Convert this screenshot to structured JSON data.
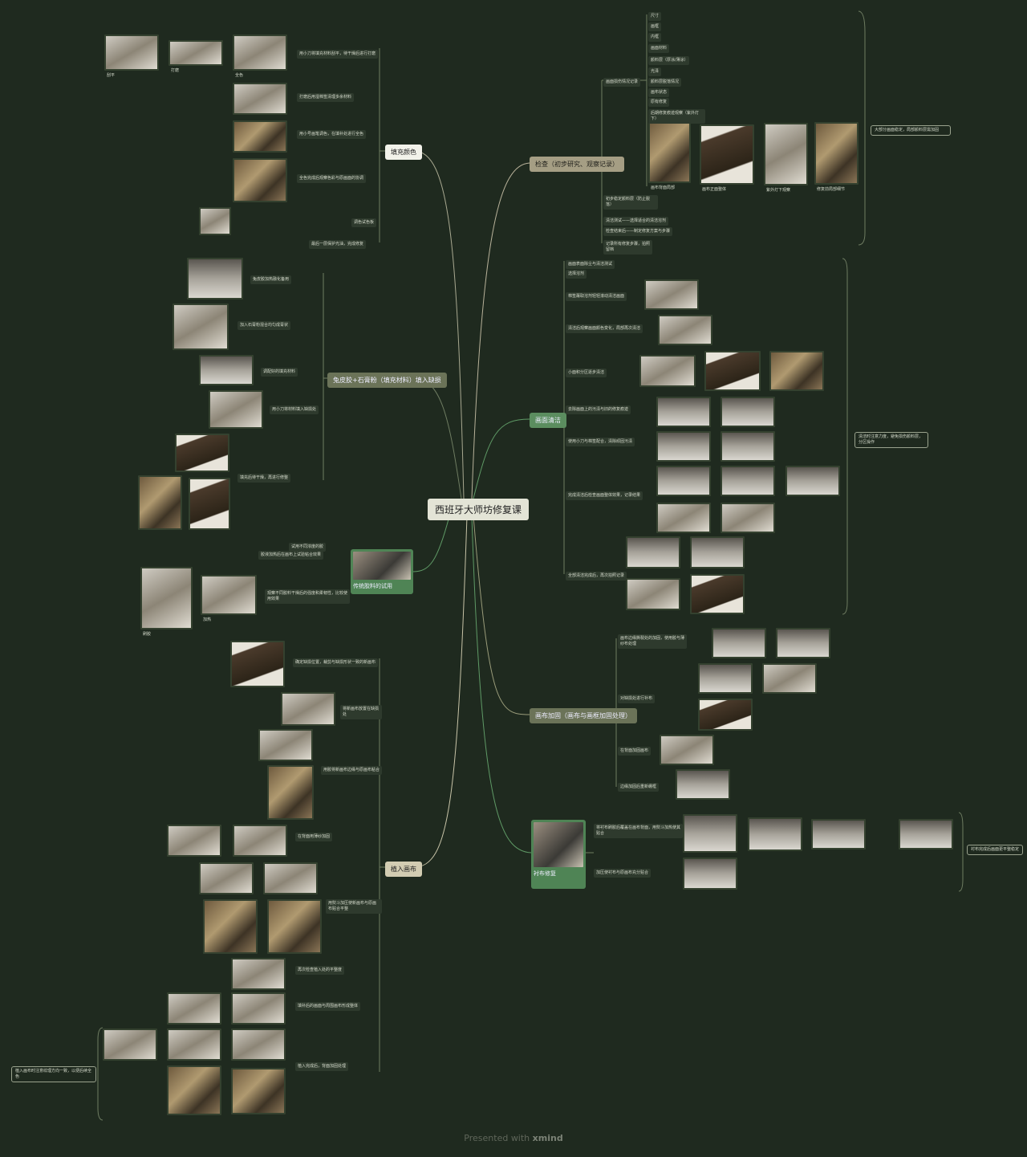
{
  "center": "西班牙大师坊修复课",
  "branches": {
    "inspect": "检查（初步研究、观察记录）",
    "clean": "画面清洁",
    "reinforce": "画布加固（画布与画框加固处理）",
    "lining": "衬布修复",
    "fill_color": "填充颜色",
    "fill_material": "兔皮胶+石膏粉（填充材料）填入缺损",
    "glue_trial": "传统胶料的试用",
    "insert_canvas": "植入画布"
  },
  "inspect_items": [
    "尺寸",
    "画框",
    "内框",
    "画面材料",
    "颜料层（厚涂/薄涂）",
    "光泽",
    "颜料层脱落情况",
    "画布状态",
    "原有修复",
    "后期修复痕迹观察（紫外灯下）",
    "画面损伤情况记录",
    "初步稳定颜料层（防止脱落）",
    "清洁测试——选择适合的清洁溶剂",
    "检查结束后——制定修复方案与步骤",
    "记录所有修复步骤，拍照留档"
  ],
  "inspect_photo_captions": [
    "画布背面局部",
    "画布正面整体",
    "紫外灯下观察",
    "修复前局部细节"
  ],
  "inspect_note": "大部分画面稳定，局部颜料层需加固",
  "clean_items": [
    "画面表面除尘与清洁测试",
    "选择溶剂",
    "棉签蘸取溶剂轻轻滚动清洁画面",
    "清洁后观察画面颜色变化，局部再次清洁",
    "小面积分区逐步清洁",
    "去除画面上的污渍与旧的修复痕迹",
    "使用小刀与棉签配合，清除顽固污渍",
    "完成清洁后检查画面整体效果，记录结果",
    "全部清洁完成后，再次拍照记录"
  ],
  "clean_note": "清洁时注意力度，避免损伤颜料层，分区操作",
  "reinforce_items": [
    "画布边缘撕裂处的加固，使用胶与薄纱布处理",
    "对缺损处进行补布",
    "在背面加固画布",
    "边缘加固后重新绷框"
  ],
  "lining_items": [
    "将衬布刷胶后覆盖在画布背面，用熨斗加热使其贴合",
    "加压使衬布与原画布充分贴合"
  ],
  "lining_note": "衬布完成后画面更平整稳定",
  "fill_color_items": [
    "用小刀将填充材料刮平，待干燥后进行打磨",
    "打磨后用湿棉签清理多余材料",
    "用小号画笔调色，在填补处进行全色",
    "全色完成后观察色彩与原画面的协调",
    "调色试色板",
    "最后一层保护光油，完成修复"
  ],
  "fill_color_captions": [
    "刮平",
    "打磨",
    "全色"
  ],
  "fill_material_items": [
    "兔皮胶加热融化备用",
    "加入石膏粉混合均匀成膏状",
    "调配好的填充材料",
    "用小刀将材料填入缺损处",
    "填充后待干燥，再进行修整"
  ],
  "glue_trial_items": [
    "试用不同浓度的胶",
    "胶液加热后在画布上试验粘合效果",
    "观察不同胶料干燥后的强度和柔韧性，比较使用效果"
  ],
  "glue_trial_captions": [
    "刷胶",
    "加热"
  ],
  "insert_items": [
    "确定缺损位置，裁剪与缺损形状一致的新画布",
    "将新画布放置在缺损处",
    "用胶将新画布边缘与原画布粘合",
    "在背面用薄纱加固",
    "用熨斗加压使新画布与原画布贴合平整",
    "再次检查植入处的平整度",
    "填补后的画面与周围画布形成整体",
    "植入完成后，背面加固处理"
  ],
  "insert_note": "植入画布时注意纹理方向一致，以便后续全色",
  "footer_prefix": "Presented with",
  "footer_brand": "xmind"
}
